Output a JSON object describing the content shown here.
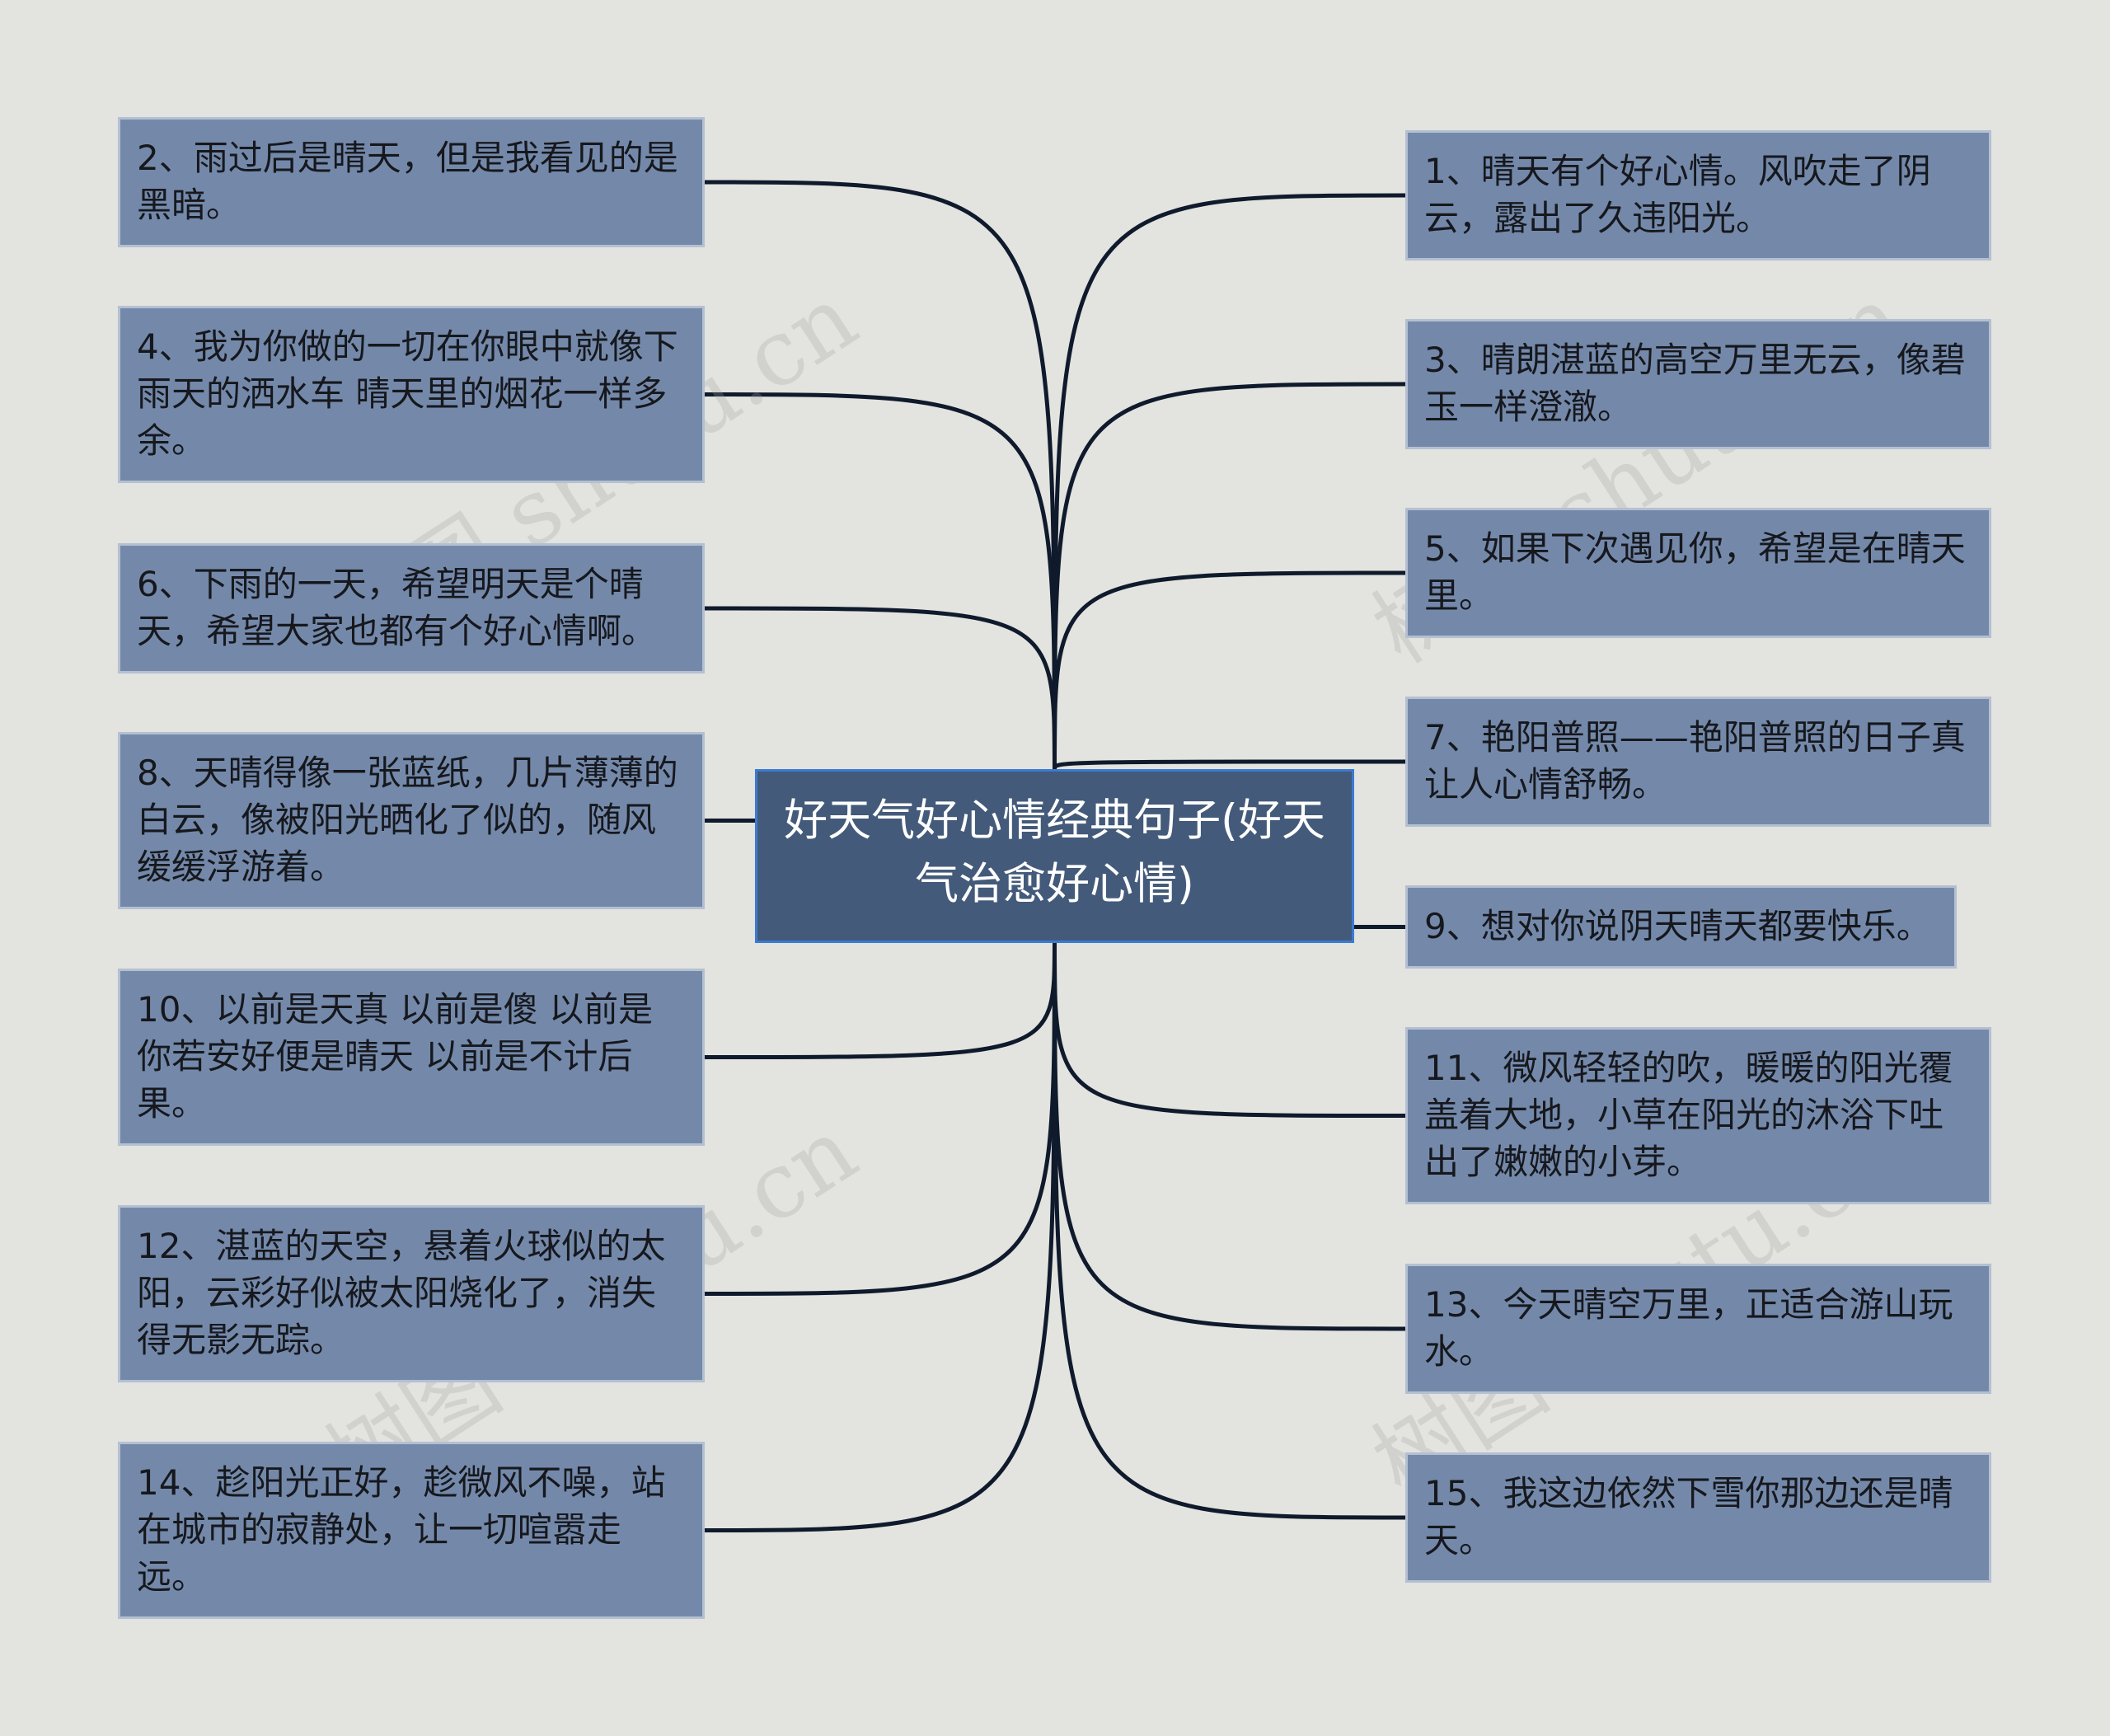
{
  "colors": {
    "background": "#e3e3df",
    "node_fill": "#7489aa",
    "center_fill": "#435a7a",
    "connector": "#0f1a2c"
  },
  "watermark": "树图 shutu.cn",
  "center": {
    "text": "好天气好心情经典句子(好天气治愈好心情)"
  },
  "left_nodes": [
    {
      "text": "2、雨过后是晴天，但是我看见的是黑暗。"
    },
    {
      "text": "4、我为你做的一切在你眼中就像下雨天的洒水车 晴天里的烟花一样多余。"
    },
    {
      "text": "6、下雨的一天，希望明天是个晴天，希望大家也都有个好心情啊。"
    },
    {
      "text": "8、天晴得像一张蓝纸，几片薄薄的白云，像被阳光晒化了似的，随风缓缓浮游着。"
    },
    {
      "text": "10、以前是天真 以前是傻 以前是你若安好便是晴天 以前是不计后果。"
    },
    {
      "text": "12、湛蓝的天空，悬着火球似的太阳，云彩好似被太阳烧化了，消失得无影无踪。"
    },
    {
      "text": "14、趁阳光正好，趁微风不噪，站在城市的寂静处，让一切喧嚣走远。"
    }
  ],
  "right_nodes": [
    {
      "text": "1、晴天有个好心情。风吹走了阴云，露出了久违阳光。"
    },
    {
      "text": "3、晴朗湛蓝的高空万里无云，像碧玉一样澄澈。"
    },
    {
      "text": "5、如果下次遇见你，希望是在晴天里。"
    },
    {
      "text": "7、艳阳普照——艳阳普照的日子真让人心情舒畅。"
    },
    {
      "text": "9、想对你说阴天晴天都要快乐。"
    },
    {
      "text": "11、微风轻轻的吹，暖暖的阳光覆盖着大地，小草在阳光的沐浴下吐出了嫩嫩的小芽。"
    },
    {
      "text": "13、今天晴空万里，正适合游山玩水。"
    },
    {
      "text": "15、我这边依然下雪你那边还是晴天。"
    }
  ]
}
